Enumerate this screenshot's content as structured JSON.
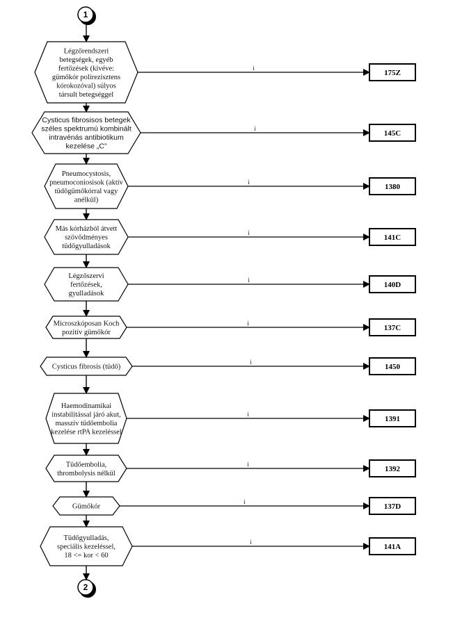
{
  "connectors": {
    "start": "1",
    "end": "2"
  },
  "branch_label": "i",
  "nodes": [
    {
      "lines": [
        "Légzőrendszeri",
        "betegségek, egyéb",
        "fertőzések (kivéve:",
        "gümőkór polirezisztens",
        "kórokozóval) súlyos",
        "társult betegséggel"
      ],
      "code": "175Z",
      "sans": false
    },
    {
      "lines": [
        "Cysticus fibrosisos betegek",
        "széles spektrumú kombinált",
        "intravénás antibiotikum",
        "kezelése „C”"
      ],
      "code": "145C",
      "sans": true
    },
    {
      "lines": [
        "Pneumocystosis,",
        "pneumoconiosisok (aktív",
        "tüdőgümőkórral vagy",
        "anélkül)"
      ],
      "code": "1380",
      "sans": false
    },
    {
      "lines": [
        "Más kórházból átvett",
        "szövődményes",
        "tüdőgyulladások"
      ],
      "code": "141C",
      "sans": false
    },
    {
      "lines": [
        "Légzőszervi",
        "fertőzések,",
        "gyulladások"
      ],
      "code": "140D",
      "sans": false
    },
    {
      "lines": [
        "Microszkóposan Koch",
        "pozitív gümőkór"
      ],
      "code": "137C",
      "sans": false
    },
    {
      "lines": [
        "Cysticus fibrosis (tüdő)"
      ],
      "code": "1450",
      "sans": false
    },
    {
      "lines": [
        "Haemodinamikai",
        "instabilitással járó akut,",
        "masszív tüdőembolia",
        "kezelése rtPA kezeléssel"
      ],
      "code": "1391",
      "sans": false
    },
    {
      "lines": [
        "Tüdőembolia,",
        "thrombolysis nélkül"
      ],
      "code": "1392",
      "sans": false
    },
    {
      "lines": [
        "Gümőkór"
      ],
      "code": "137D",
      "sans": false
    },
    {
      "lines": [
        "Tüdőgyulladás,",
        "speciális kezeléssel,",
        "18 <= kor < 60"
      ],
      "code": "141A",
      "sans": false
    }
  ]
}
